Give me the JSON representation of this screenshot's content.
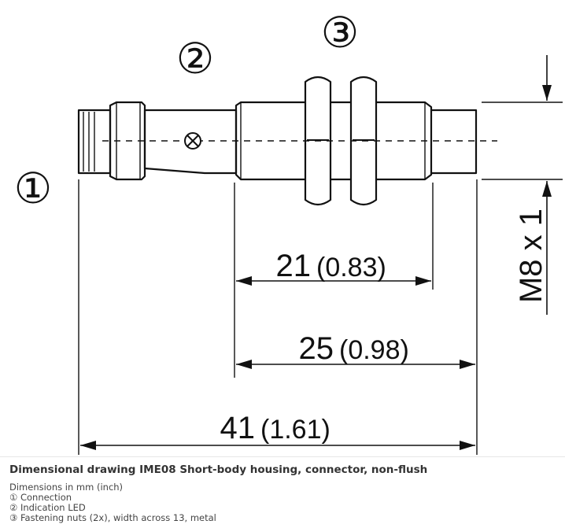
{
  "drawing": {
    "callouts": [
      {
        "id": "1",
        "symbol": "①"
      },
      {
        "id": "2",
        "symbol": "②"
      },
      {
        "id": "3",
        "symbol": "③"
      }
    ],
    "dimensions": {
      "dim_21": {
        "mm": "21",
        "inch": "(0.83)"
      },
      "dim_25": {
        "mm": "25",
        "inch": "(0.98)"
      },
      "dim_41": {
        "mm": "41",
        "inch": "(1.61)"
      },
      "thread": "M8 x 1"
    }
  },
  "caption": {
    "title": "Dimensional drawing IME08 Short-body housing, connector, non-flush",
    "units": "Dimensions in mm (inch)",
    "items": [
      "① Connection",
      "② Indication LED",
      "③ Fastening nuts (2x), width across 13, metal"
    ]
  }
}
